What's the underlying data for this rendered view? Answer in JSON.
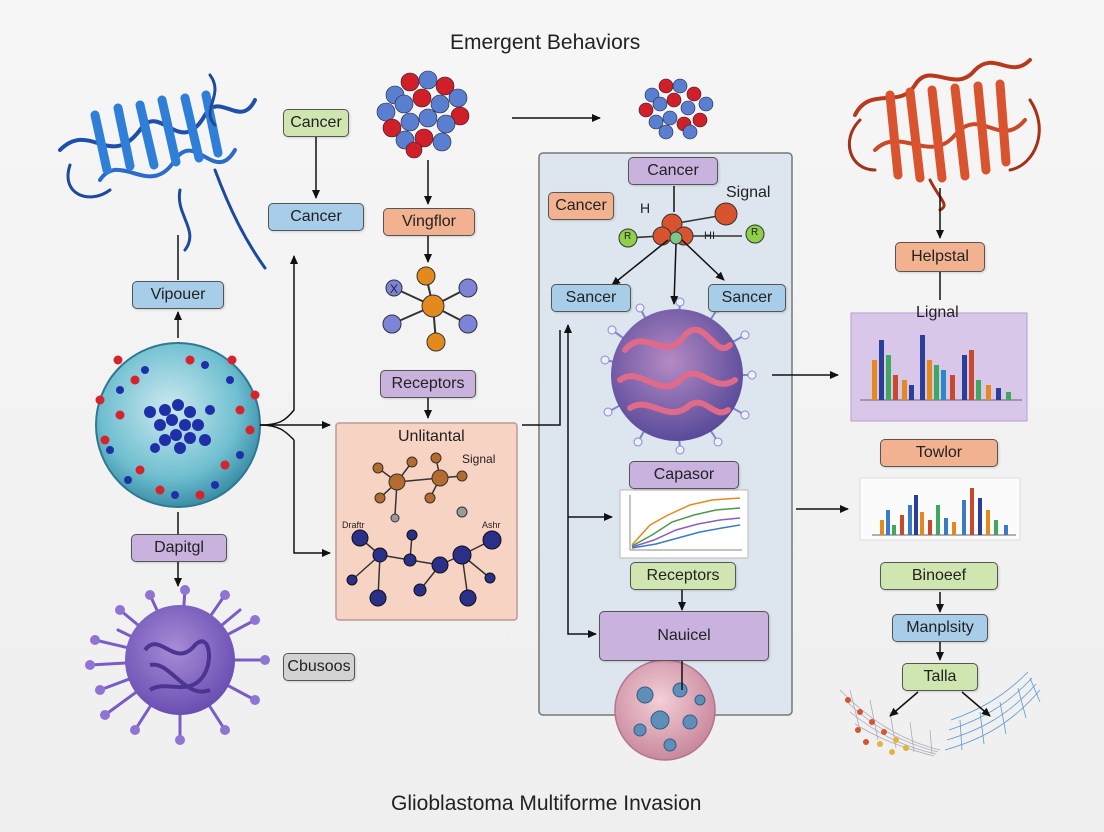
{
  "title_top": "Emergent Behaviors",
  "title_bottom": "Glioblastoma Multiforme Invasion",
  "left_column": {
    "vipouer": "Vipouer",
    "dapitgl": "Dapitgl",
    "cbusoos": "Cbusoos"
  },
  "column_two": {
    "cancer_a": "Cancer",
    "cancer_b": "Cancer"
  },
  "column_three": {
    "vingflor": "Vingflor",
    "receptors": "Receptors",
    "unlitantal": "Unlitantal",
    "signal": "Signal",
    "draftr": "Draftr",
    "ashr": "Ashr",
    "x_mark": "X"
  },
  "center_panel": {
    "cancer_top": "Cancer",
    "signal": "Signal",
    "cancer_left": "Cancer",
    "h_mark": "H",
    "hi_mark": "HI",
    "r_left": "R",
    "r_right": "R",
    "sancer_left": "Sancer",
    "sancer_right": "Sancer",
    "capasor": "Capasor",
    "receptors": "Receptors",
    "nauicel": "Nauicel"
  },
  "right_column": {
    "helpstal": "Helpstal",
    "lignal": "Lignal",
    "towlor": "Towlor",
    "binoeef": "Binoeef",
    "manplsity": "Manplsity",
    "talla": "Talla"
  },
  "colors": {
    "green": "#cfe6b0",
    "blue": "#a8cde8",
    "orange": "#f3b28f",
    "purple": "#c9b2de",
    "gray": "#d2d2d2",
    "panel_bg": "#dde5ee",
    "pink_panel": "#f7d3c4"
  },
  "icons": [
    "blue-protein-ribbon-icon",
    "red-protein-ribbon-icon",
    "molecule-cluster-icon",
    "cell-sphere-icon",
    "virus-particle-icon",
    "neuron-cell-icon",
    "bar-chart-icon",
    "line-chart-icon",
    "mesh-grid-icon"
  ]
}
